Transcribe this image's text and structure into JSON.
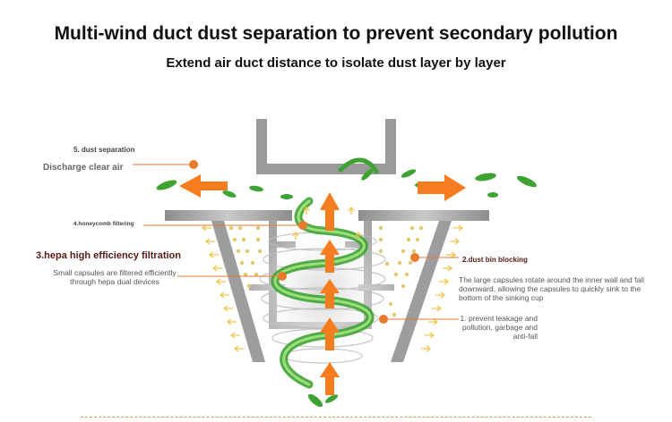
{
  "title": "Multi-wind duct dust separation to prevent secondary pollution",
  "subtitle": "Extend air duct distance to isolate dust layer by layer",
  "labels": {
    "dust_separation": "5. dust separation",
    "discharge": "Discharge clear air",
    "honeycomb": "4.honeycomb filtering",
    "hepa_title": "3.hepa high efficiency filtration",
    "hepa_desc": "Small capsules are filtered efficiently through hepa dual devices",
    "dust_bin": "2.dust bin blocking",
    "dust_bin_desc": "The large capsules rotate around the inner wall and fall downward, allowing the capsules to quickly sink to the bottom of the sinking cup",
    "prevent": "1. prevent leakage and pollution, garbage and anti-fall"
  },
  "colors": {
    "arrow_orange": "#f57c1f",
    "leader_orange": "#e87a2e",
    "duct_gray": "#9a9a9a",
    "leaf_green": "#3fa334",
    "dot_yellow": "#e2c76c",
    "small_arrow_yellow": "#f0c64a"
  }
}
